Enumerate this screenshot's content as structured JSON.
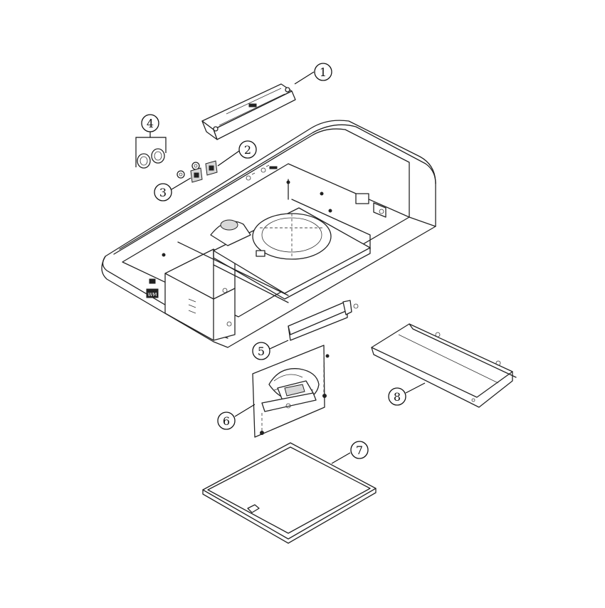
{
  "diagram": {
    "callouts": [
      {
        "id": "1",
        "label": "1"
      },
      {
        "id": "2",
        "label": "2"
      },
      {
        "id": "3",
        "label": "3"
      },
      {
        "id": "4",
        "label": "4"
      },
      {
        "id": "5",
        "label": "5"
      },
      {
        "id": "6",
        "label": "6"
      },
      {
        "id": "7",
        "label": "7"
      },
      {
        "id": "8",
        "label": "8"
      }
    ],
    "logo_badge": "WM"
  }
}
